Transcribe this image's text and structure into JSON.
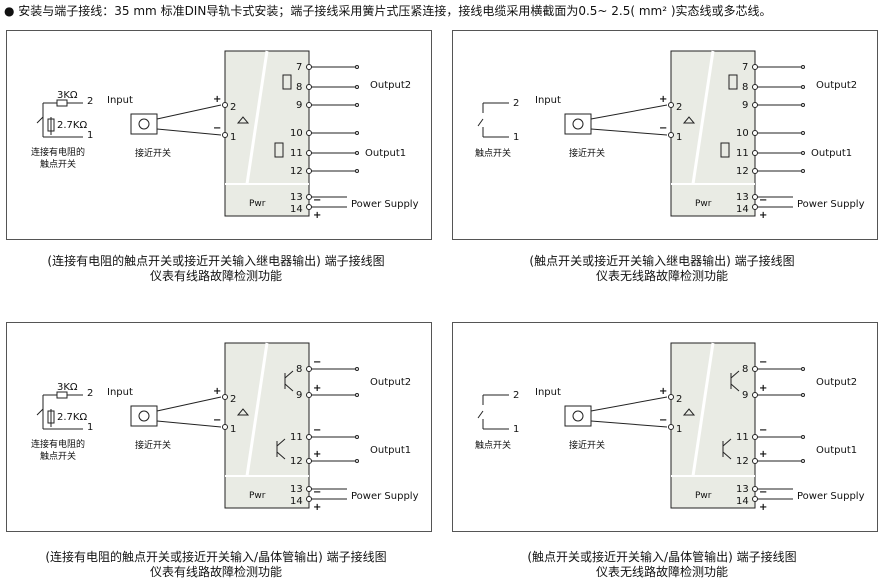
{
  "header": "● 安装与端子接线：35 mm 标准DIN导轨卡式安装；端子接线采用簧片式压紧连接，接线电缆采用横截面为0.5~ 2.5( mm² )实态线或多芯线。",
  "labels": {
    "input": "Input",
    "prox": "接近开关",
    "contact_res": "连接有电阻的",
    "contact_res2": "触点开关",
    "contact": "触点开关",
    "r1": "3KΩ",
    "r2": "2.7KΩ",
    "pwr": "Pwr",
    "output1": "Output1",
    "output2": "Output2",
    "power": "Power Supply",
    "plus": "+",
    "minus": "−",
    "t1": "1",
    "t2": "2",
    "t7": "7",
    "t8": "8",
    "t9": "9",
    "t10": "10",
    "t11": "11",
    "t12": "12",
    "t13": "13",
    "t14": "14"
  },
  "captions": {
    "p1_l1": "(连接有电阻的触点开关或接近开关输入继电器输出) 端子接线图",
    "p1_l2": "仪表有线路故障检测功能",
    "p2_l1": "(触点开关或接近开关输入继电器输出) 端子接线图",
    "p2_l2": "仪表无线路故障检测功能",
    "p3_l1": "(连接有电阻的触点开关或接近开关输入/晶体管输出) 端子接线图",
    "p3_l2": "仪表有线路故障检测功能",
    "p4_l1": "(触点开关或接近开关输入/晶体管输出) 端子接线图",
    "p4_l2": "仪表无线路故障检测功能"
  },
  "colors": {
    "module_bg": "#e9ebe4",
    "line": "#222222",
    "border": "#555555"
  }
}
